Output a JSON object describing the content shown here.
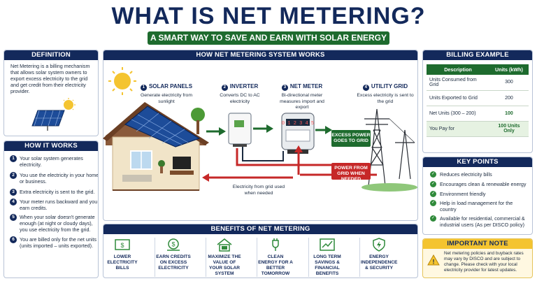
{
  "title": "WHAT IS NET METERING?",
  "subtitle": "A SMART WAY TO SAVE AND EARN WITH SOLAR ENERGY",
  "definition": {
    "header": "DEFINITION",
    "text": "Net Metering is a billing mechanism that allows solar system owners to export excess electricity to the grid and get credit from their electricity provider."
  },
  "how_it_works": {
    "header": "HOW IT WORKS",
    "steps": [
      {
        "num": "1",
        "text": "Your solar system generates electricity."
      },
      {
        "num": "2",
        "text": "You use the electricity in your home or business."
      },
      {
        "num": "3",
        "text": "Extra electricity is sent to the grid."
      },
      {
        "num": "4",
        "text": "Your meter runs backward and you earn credits."
      },
      {
        "num": "5",
        "text": "When your solar doesn't generate enough (at night or cloudy days), you use electricity from the grid."
      },
      {
        "num": "6",
        "text": "You are billed only for the net units (units imported – units exported)."
      }
    ]
  },
  "system": {
    "header": "HOW NET METERING SYSTEM WORKS",
    "steps": [
      {
        "num": "1",
        "title": "SOLAR PANELS",
        "desc": "Generate electricity from sunlight"
      },
      {
        "num": "2",
        "title": "INVERTER",
        "desc": "Converts DC to AC electricity"
      },
      {
        "num": "3",
        "title": "NET METER",
        "desc": "Bi-directional meter measures import and export"
      },
      {
        "num": "4",
        "title": "UTILITY GRID",
        "desc": "Excess electricity is sent to the grid"
      }
    ],
    "meter_reading": "0 1 2 3 4 5",
    "export_label": "EXCESS POWER GOES TO GRID",
    "import_label": "POWER FROM GRID WHEN NEEDED",
    "grid_use_label": "Electricity from grid used when needed"
  },
  "billing": {
    "header": "BILLING EXAMPLE",
    "col_desc": "Description",
    "col_units": "Units (kWh)",
    "rows": [
      {
        "desc": "Units Consumed from Grid",
        "units": "300"
      },
      {
        "desc": "Units Exported to Grid",
        "units": "200"
      },
      {
        "desc": "Net Units (300 – 200)",
        "units": "100"
      },
      {
        "desc": "You Pay for",
        "units": "100 Units Only"
      }
    ]
  },
  "key_points": {
    "header": "KEY POINTS",
    "items": [
      "Reduces electricity bills",
      "Encourages clean & renewable energy",
      "Environment friendly",
      "Help in load management for the country",
      "Available for residential, commercial & industrial users (As per DISCO policy)"
    ]
  },
  "benefits": {
    "header": "BENEFITS OF NET METERING",
    "items": [
      {
        "label": "LOWER ELECTRICITY BILLS",
        "icon": "bill-icon"
      },
      {
        "label": "EARN CREDITS ON EXCESS ELECTRICITY",
        "icon": "coins-icon"
      },
      {
        "label": "MAXIMIZE THE VALUE OF YOUR SOLAR SYSTEM",
        "icon": "solar-house-icon"
      },
      {
        "label": "CLEAN ENERGY FOR A BETTER TOMORROW",
        "icon": "eco-plug-icon"
      },
      {
        "label": "LONG TERM SAVINGS & FINANCIAL BENEFITS",
        "icon": "growth-chart-icon"
      },
      {
        "label": "ENERGY INDEPENDENCE & SECURITY",
        "icon": "shield-bolt-icon"
      }
    ]
  },
  "note": {
    "header": "IMPORTANT NOTE",
    "text": "Net metering policies and buyback rates may vary by DISCO and are subject to change. Please check with your local electricity provider for latest updates."
  },
  "colors": {
    "navy": "#13295b",
    "green": "#1e6b2e",
    "red": "#c62828",
    "amber": "#f4c430"
  }
}
